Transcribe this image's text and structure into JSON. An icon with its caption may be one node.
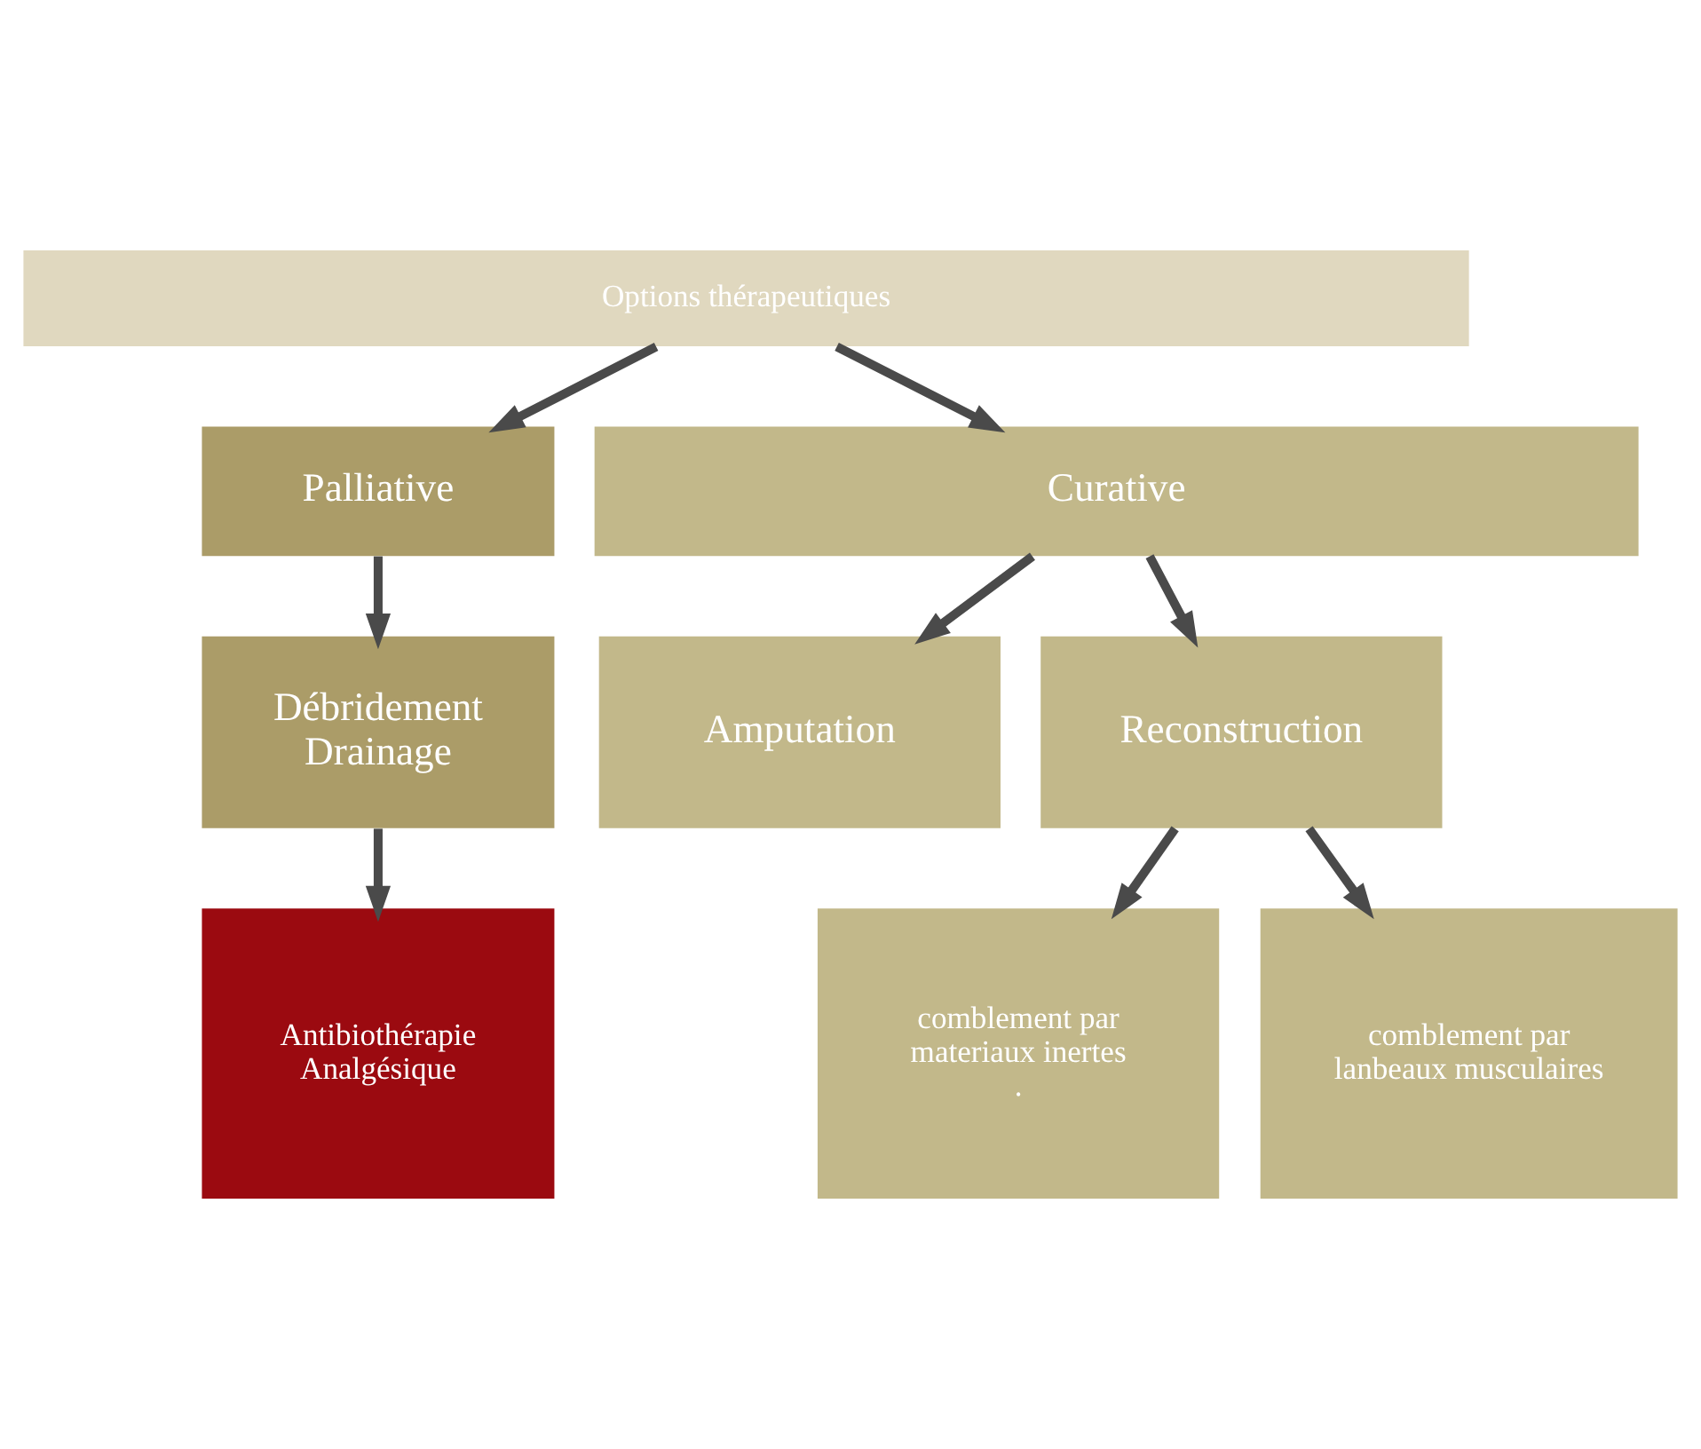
{
  "diagram": {
    "nodes": [
      {
        "text": [
          "Options thérapeutiques"
        ]
      },
      {
        "text": [
          "Palliative"
        ]
      },
      {
        "text": [
          "Curative"
        ]
      },
      {
        "text": [
          "Débridement Drainage"
        ]
      },
      {
        "text": [
          "Amputation"
        ]
      },
      {
        "text": [
          "Reconstruction"
        ]
      },
      {
        "text": [
          "Antibiothérapie Analgésique"
        ]
      },
      {
        "text": [
          "comblement par materiaux inertes ."
        ]
      },
      {
        "text": [
          "comblement par lanbeaux musculaires"
        ]
      }
    ],
    "edges": [
      {
        "from": 0,
        "to": 1,
        "arrow": "to"
      },
      {
        "from": 0,
        "to": 2,
        "arrow": "to"
      },
      {
        "from": 1,
        "to": 3,
        "arrow": "to"
      },
      {
        "from": 2,
        "to": 4,
        "arrow": "to"
      },
      {
        "from": 2,
        "to": 5,
        "arrow": "to"
      },
      {
        "from": 3,
        "to": 6,
        "arrow": "to"
      },
      {
        "from": 5,
        "to": 7,
        "arrow": "to"
      },
      {
        "from": 5,
        "to": 8,
        "arrow": "to"
      }
    ]
  }
}
